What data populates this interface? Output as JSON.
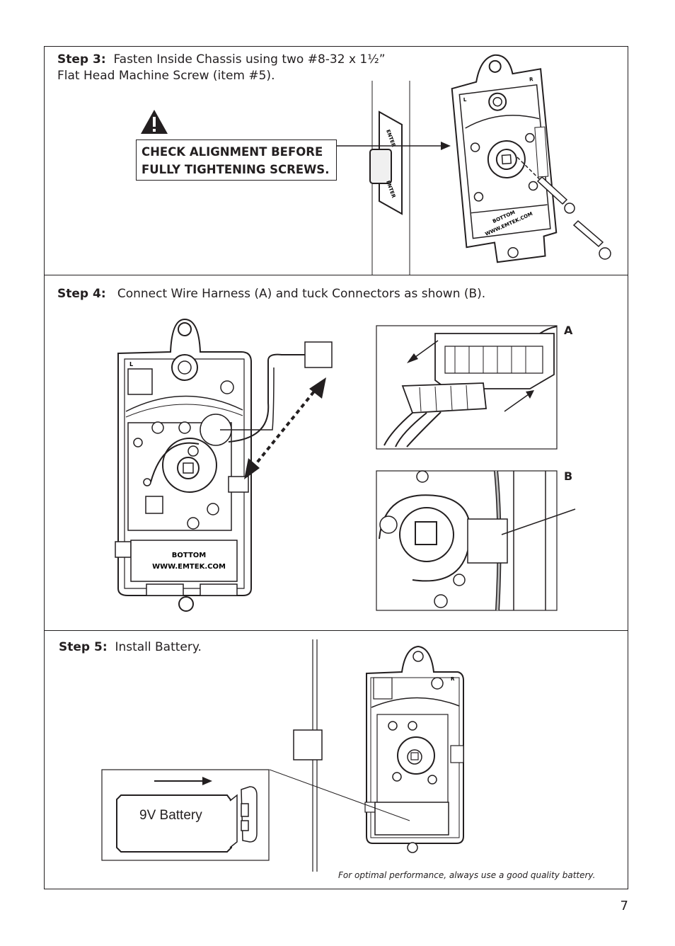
{
  "step3": {
    "label": "Step 3:",
    "text_line1": "Fasten Inside Chassis using two #8-32 x 1½”",
    "text_line2": "Flat Head Machine Screw (item #5).",
    "warning": "CHECK ALIGNMENT BEFORE FULLY TIGHTENING SCREWS.",
    "warning_line1": "CHECK ALIGNMENT BEFORE",
    "warning_line2": "FULLY TIGHTENING SCREWS.",
    "chassis_bottom": "BOTTOM",
    "chassis_url": "WWW.EMTEK.COM",
    "latch_top": "ENTER",
    "latch_bottom": "ENTER",
    "corner_l": "L",
    "corner_r": "R"
  },
  "step4": {
    "label": "Step 4:",
    "text": "Connect Wire Harness (A) and tuck Connectors as shown (B).",
    "label_a": "A",
    "label_b": "B",
    "chassis_bottom": "BOTTOM",
    "chassis_url": "WWW.EMTEK.COM",
    "corner_l": "L"
  },
  "step5": {
    "label": "Step 5:",
    "text": "Install Battery.",
    "battery_label": "9V Battery",
    "corner_r": "R",
    "note": "For optimal performance, always use a good quality battery."
  },
  "page_number": "7",
  "colors": {
    "ink": "#231f20",
    "background": "#ffffff",
    "gray": "#bbbbbb"
  },
  "icons": {
    "warning": "warning-triangle-icon"
  }
}
